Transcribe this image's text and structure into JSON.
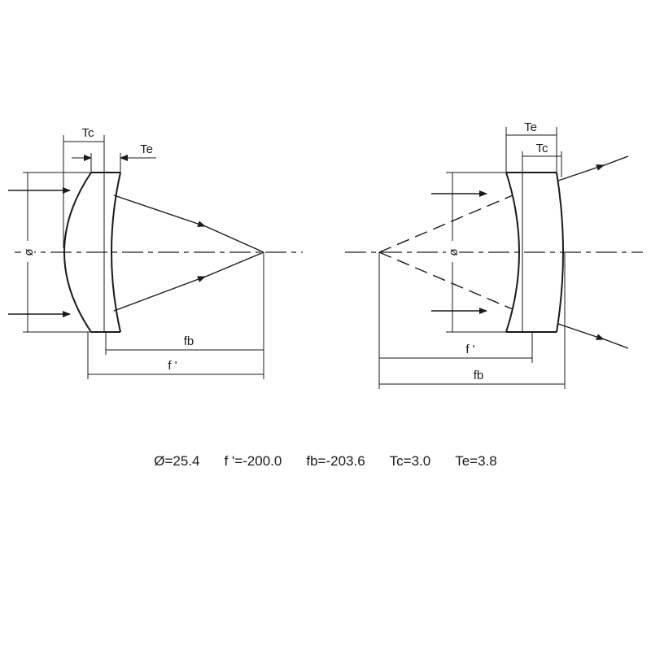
{
  "left_lens": {
    "labels": {
      "tc": "Tc",
      "te": "Te",
      "diameter": "ø",
      "fb": "fb",
      "f_prime": "f '"
    }
  },
  "right_lens": {
    "labels": {
      "te": "Te",
      "tc": "Tc",
      "diameter": "ø",
      "f_prime": "f '",
      "fb": "fb"
    }
  },
  "specs": {
    "diameter": "Ø=25.4",
    "focal_length": "f '=-200.0",
    "back_focal": "fb=-203.6",
    "center_thickness": "Tc=3.0",
    "edge_thickness": "Te=3.8"
  }
}
